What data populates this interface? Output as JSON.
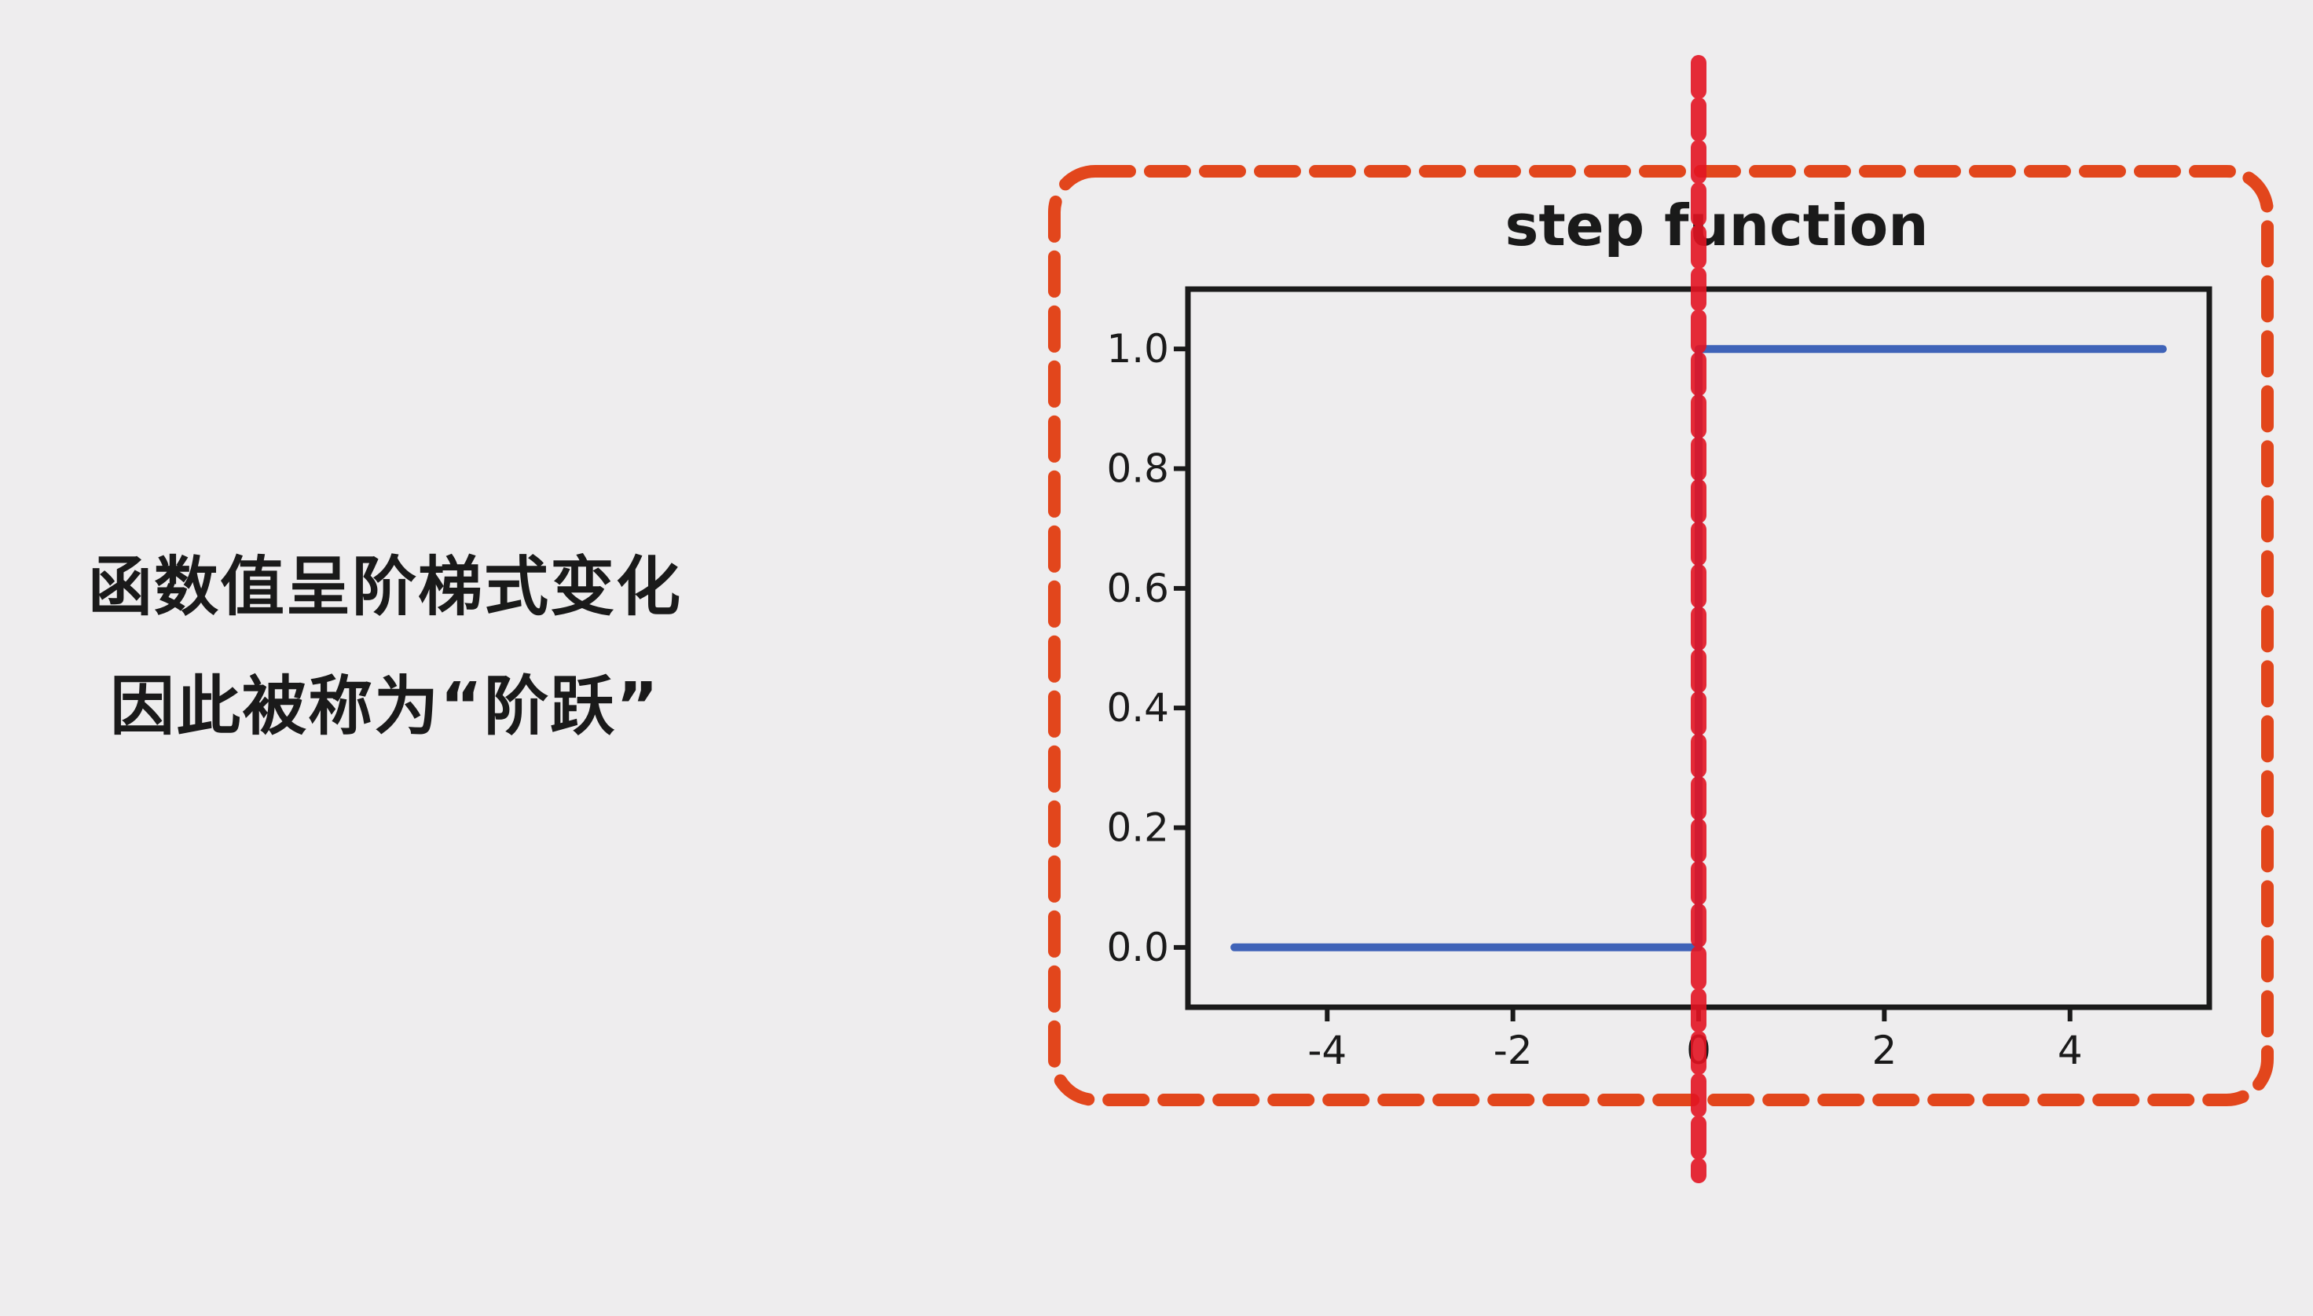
{
  "caption": {
    "line1": "函数值呈阶梯式变化",
    "line2": "因此被称为“阶跃”"
  },
  "colors": {
    "background": "#eeedee",
    "series_line": "#3f63b8",
    "highlight_box": "#e2461c",
    "center_dashed_line": "#e21422",
    "axes": "#1a1a1a"
  },
  "chart_data": {
    "type": "line",
    "title": "step function",
    "xlabel": "",
    "ylabel": "",
    "xlim": [
      -5.5,
      5.5
    ],
    "ylim": [
      -0.1,
      1.1
    ],
    "x_ticks": [
      -4,
      -2,
      0,
      2,
      4
    ],
    "x_tick_labels": [
      "-4",
      "-2",
      "0",
      "2",
      "4"
    ],
    "y_ticks": [
      0.0,
      0.2,
      0.4,
      0.6,
      0.8,
      1.0
    ],
    "y_tick_labels": [
      "0.0",
      "0.2",
      "0.4",
      "0.6",
      "0.8",
      "1.0"
    ],
    "grid": false,
    "series": [
      {
        "x": [
          -5.0,
          0.0,
          0.0,
          5.0
        ],
        "y": [
          0.0,
          0.0,
          1.0,
          1.0
        ]
      }
    ],
    "annotations": [
      {
        "kind": "dashed-rounded-box",
        "target": "whole-chart",
        "color": "#e2461c"
      },
      {
        "kind": "dashed-vertical-line",
        "x": 0,
        "color": "#e21422"
      }
    ]
  }
}
